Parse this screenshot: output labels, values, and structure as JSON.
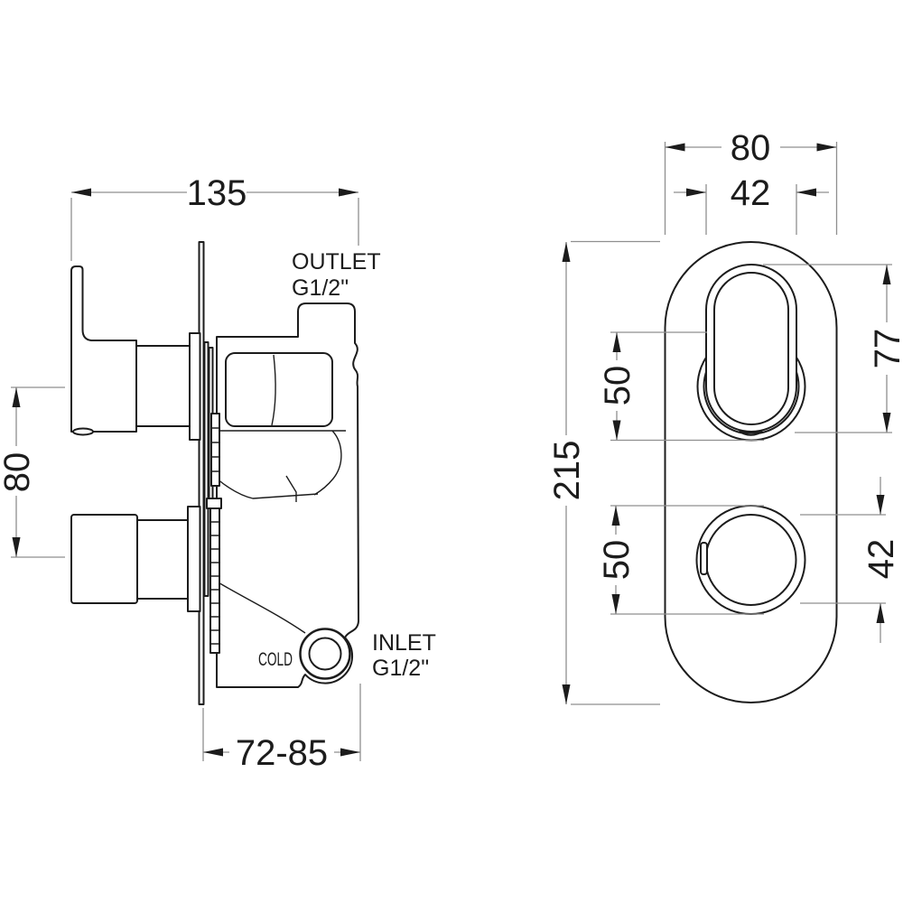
{
  "drawing": {
    "units_note": "",
    "side_view": {
      "dim_depth": "135",
      "dim_handle_spacing": "80",
      "dim_adjustable_depth": "72-85",
      "outlet_label": {
        "line1": "OUTLET",
        "line2": "G1/2\""
      },
      "inlet_label": {
        "line1": "INLET",
        "line2": "G1/2\""
      },
      "cold_label": "COLD"
    },
    "front_view": {
      "dim_plate_width": "80",
      "dim_handle_width": "42",
      "dim_plate_height": "215",
      "dim_upper_rosette": "50",
      "dim_lower_rosette": "50",
      "dim_upper_handle_height": "77",
      "dim_lower_handle_dia": "42"
    }
  }
}
